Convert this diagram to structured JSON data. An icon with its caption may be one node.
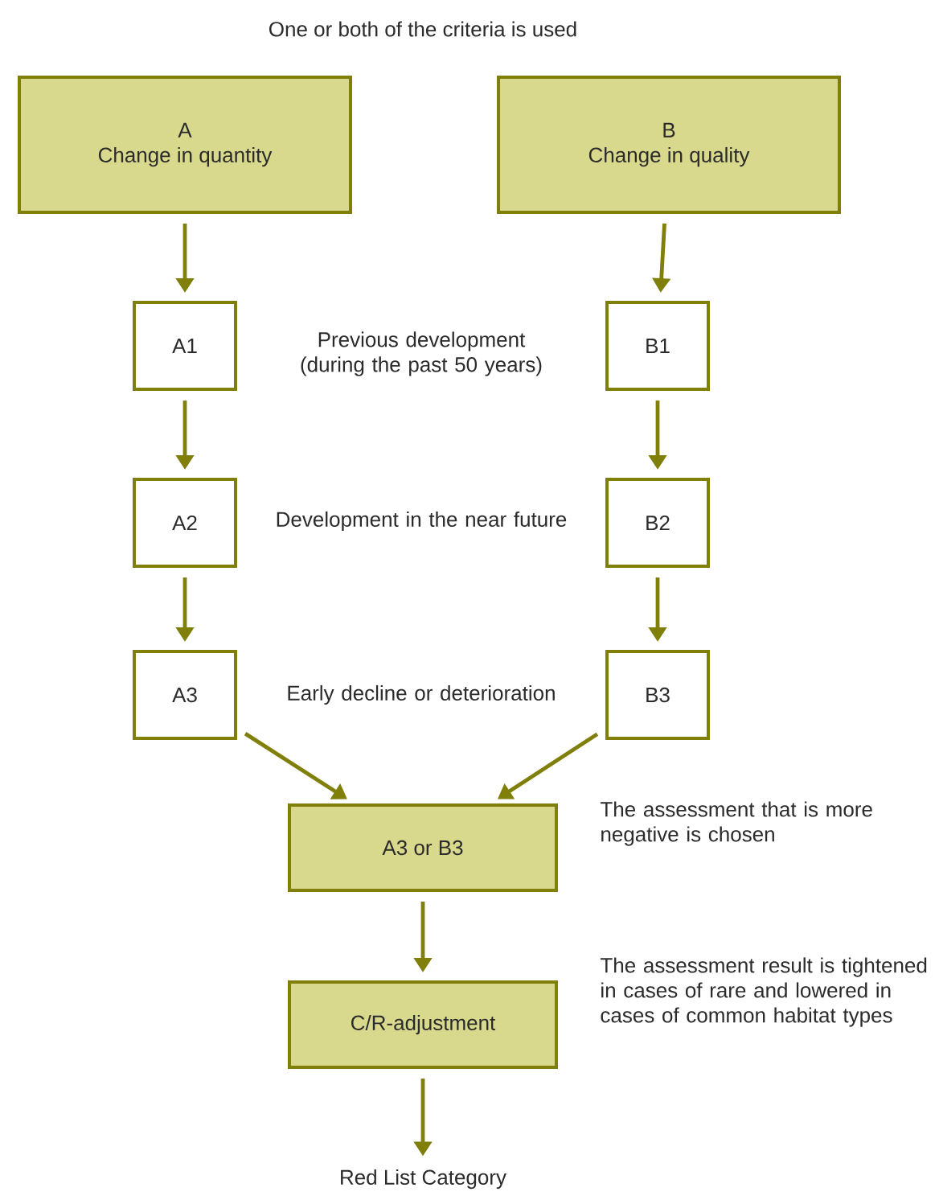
{
  "diagram": {
    "title": "One or both of the criteria is used",
    "nodes": [
      {
        "text": [
          "A",
          "Change in quantity"
        ]
      },
      {
        "text": [
          "B",
          "Change in quality"
        ]
      },
      {
        "text": [
          "A1"
        ]
      },
      {
        "text": [
          "B1"
        ]
      },
      {
        "text": [
          "A2"
        ]
      },
      {
        "text": [
          "B2"
        ]
      },
      {
        "text": [
          "A3"
        ]
      },
      {
        "text": [
          "B3"
        ]
      },
      {
        "text": [
          "A3 or B3"
        ],
        "beside": [
          "The assessment that is more negative is chosen"
        ]
      },
      {
        "text": [
          "C/R-adjustment"
        ],
        "beside": [
          "The assessment result is tightened in cases of rare and lowered in cases of common habitat types"
        ]
      },
      {
        "text": [
          "Red List Category"
        ]
      }
    ],
    "edges": [
      {
        "from": 0,
        "to": 2,
        "arrow": "to"
      },
      {
        "from": 2,
        "to": 4,
        "arrow": "to"
      },
      {
        "from": 4,
        "to": 6,
        "arrow": "to"
      },
      {
        "from": 1,
        "to": 3,
        "arrow": "to"
      },
      {
        "from": 3,
        "to": 5,
        "arrow": "to"
      },
      {
        "from": 5,
        "to": 7,
        "arrow": "to"
      },
      {
        "from": 6,
        "to": 8,
        "arrow": "to"
      },
      {
        "from": 7,
        "to": 8,
        "arrow": "to"
      },
      {
        "from": 8,
        "to": 9,
        "arrow": "to"
      },
      {
        "from": 9,
        "to": 10,
        "arrow": "to"
      }
    ],
    "labels": [
      "Previous development (during the past 50 years)",
      "Development in the near future",
      "Early decline or deterioration"
    ]
  }
}
